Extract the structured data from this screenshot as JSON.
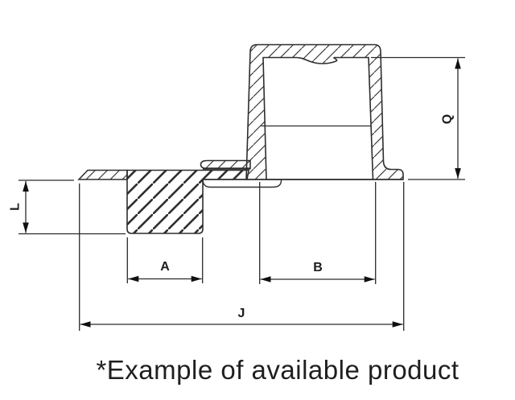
{
  "figure": {
    "caption": "*Example of available product",
    "dimensions": {
      "L": "L",
      "Q": "Q",
      "A": "A",
      "B": "B",
      "J": "J"
    },
    "colors": {
      "background": "#ffffff",
      "outline": "#2e2e2e",
      "hatch": "#3a3a3a",
      "dimension": "#1a1a1a"
    }
  }
}
